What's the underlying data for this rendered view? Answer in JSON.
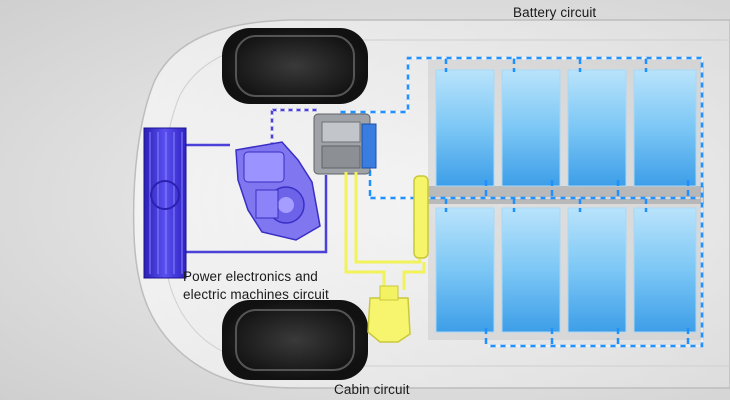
{
  "labels": {
    "battery_circuit": "Battery circuit",
    "power_line1": "Power electronics and",
    "power_line2": "electric machines circuit",
    "cabin_circuit": "Cabin circuit"
  },
  "colors": {
    "battery_circuit": "#1e90ff",
    "power_circuit": "#4b40d8",
    "cabin_circuit": "#f2f25a",
    "battery_cells": "#6cc1f5"
  }
}
